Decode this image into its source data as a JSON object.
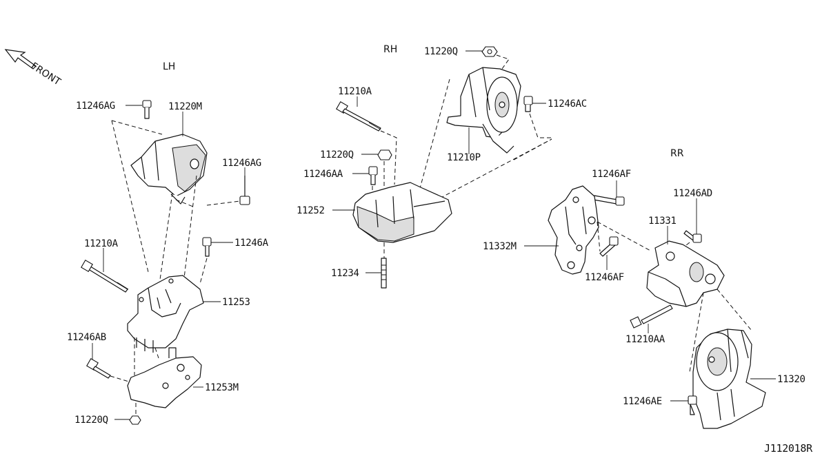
{
  "sections": {
    "lh": "LH",
    "rh": "RH",
    "rr": "RR"
  },
  "front_label": "FRONT",
  "diagram_code": "J112018R",
  "lh_labels": {
    "p11246AG_top": "11246AG",
    "p11220M": "11220M",
    "p11246AG_side": "11246AG",
    "p11210A": "11210A",
    "p11246A": "11246A",
    "p11253": "11253",
    "p11246AB": "11246AB",
    "p11253M": "11253M",
    "p11220Q": "11220Q"
  },
  "rh_labels": {
    "p11220Q_top": "11220Q",
    "p11210A": "11210A",
    "p11246AC": "11246AC",
    "p11220Q": "11220Q",
    "p11210P": "11210P",
    "p11246AA": "11246AA",
    "p11252": "11252",
    "p11234": "11234"
  },
  "rr_labels": {
    "p11246AF_top": "11246AF",
    "p11246AD": "11246AD",
    "p11331": "11331",
    "p11332M": "11332M",
    "p11246AF": "11246AF",
    "p11210AA": "11210AA",
    "p11320": "11320",
    "p11246AE": "11246AE"
  }
}
